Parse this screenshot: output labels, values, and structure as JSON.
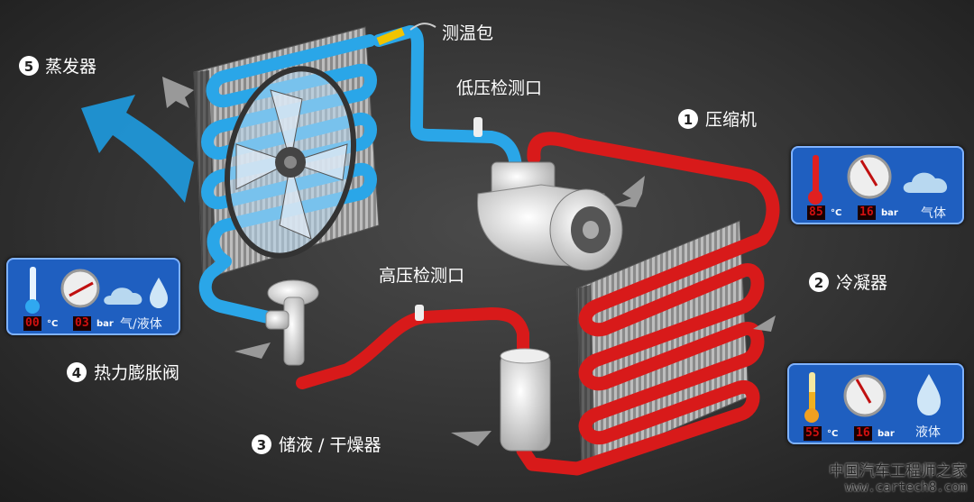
{
  "labels": {
    "evaporator": {
      "number": "5",
      "text": "蒸发器"
    },
    "sensing_bulb": "测温包",
    "low_pressure_port": "低压检测口",
    "compressor": {
      "number": "1",
      "text": "压缩机"
    },
    "condenser": {
      "number": "2",
      "text": "冷凝器"
    },
    "high_pressure_port": "高压检测口",
    "expansion_valve": {
      "number": "4",
      "text": "热力膨胀阀"
    },
    "receiver_drier": {
      "number": "3",
      "text": "储液 / 干燥器"
    }
  },
  "panels": {
    "compressor_outlet": {
      "temperature": "85",
      "temp_unit": "°C",
      "pressure": "16",
      "pressure_unit": "bar",
      "state": "气体",
      "thermometer_color": "#e02020"
    },
    "evaporator_inlet": {
      "temperature": "00",
      "temp_unit": "°C",
      "pressure": "03",
      "pressure_unit": "bar",
      "state": "气/液体",
      "thermometer_color": "#30a8f0"
    },
    "condenser_outlet": {
      "temperature": "55",
      "temp_unit": "°C",
      "pressure": "16",
      "pressure_unit": "bar",
      "state": "液体",
      "thermometer_color": "#f0b020"
    }
  },
  "watermark": {
    "line1": "中国汽车工程师之家",
    "line2": "www.cartech8.com"
  },
  "colors": {
    "high_side": "#d81a1a",
    "low_side": "#2aa6e8",
    "panel": "#1f5fc0"
  }
}
